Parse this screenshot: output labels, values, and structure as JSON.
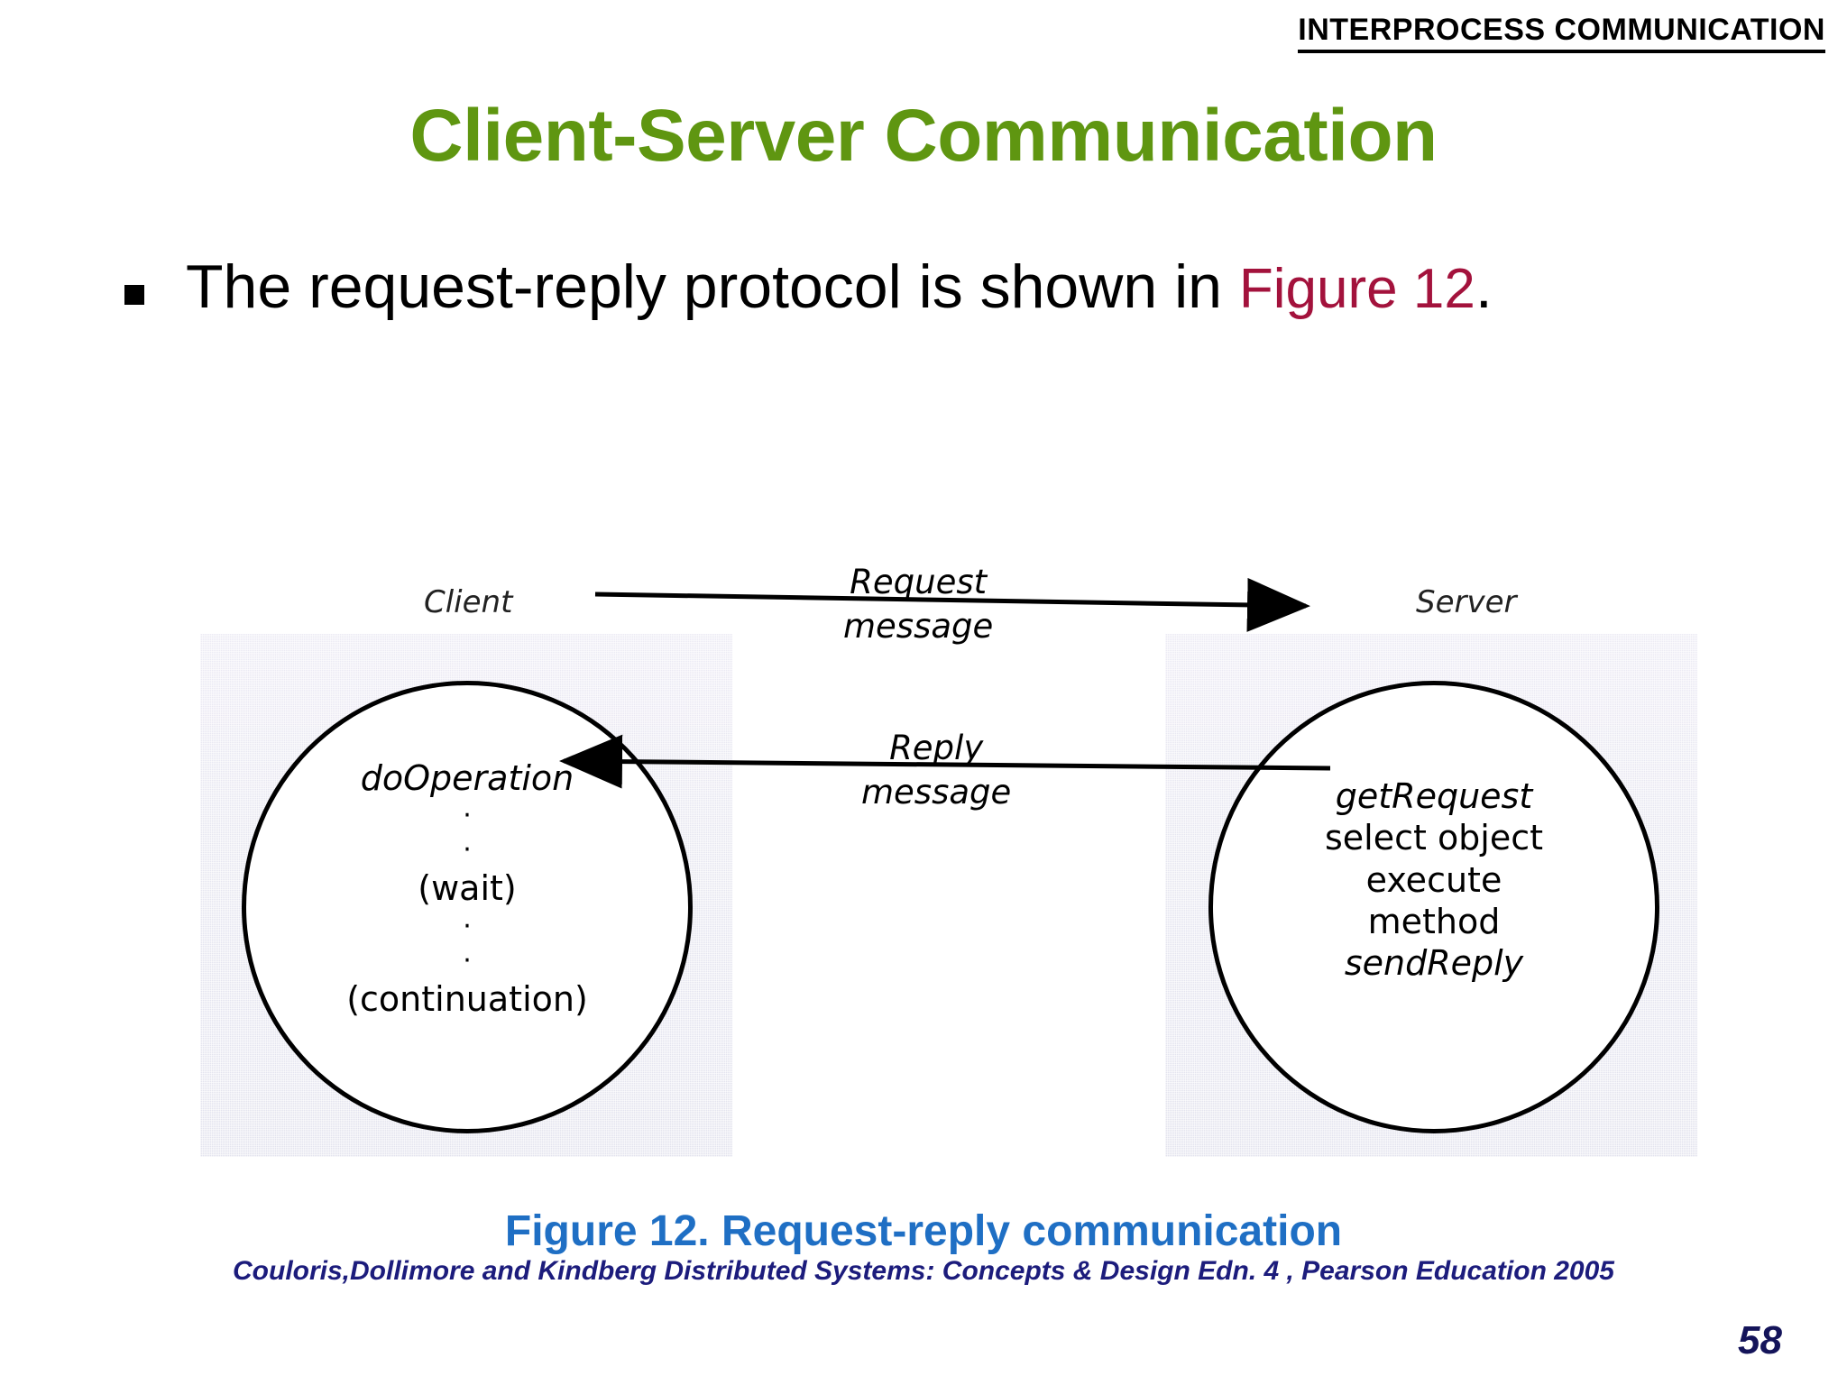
{
  "header": {
    "title": "INTERPROCESS COMMUNICATION"
  },
  "title": "Client-Server Communication",
  "bullet": {
    "marker": "square-bullet",
    "text_before": "The request-reply protocol is shown in ",
    "figure_reference": "Figure 12",
    "text_after": ".",
    "figure_reference_color": "#a3123c",
    "title_color": "#5f9611"
  },
  "figure": {
    "client": {
      "label": "Client",
      "lines": [
        {
          "text": "doOperation",
          "style": "italic"
        },
        {
          "text": "·",
          "style": "dot"
        },
        {
          "text": "·",
          "style": "dot"
        },
        {
          "text": "(wait)",
          "style": "plain"
        },
        {
          "text": "·",
          "style": "dot"
        },
        {
          "text": "·",
          "style": "dot"
        },
        {
          "text": "(continuation)",
          "style": "plain"
        }
      ]
    },
    "server": {
      "label": "Server",
      "lines": [
        {
          "text": "getRequest",
          "style": "italic"
        },
        {
          "text": "select object",
          "style": "plain"
        },
        {
          "text": "execute",
          "style": "plain"
        },
        {
          "text": "method",
          "style": "plain"
        },
        {
          "text": "sendReply",
          "style": "italic"
        }
      ]
    },
    "request_arrow": {
      "line1": "Request",
      "line2": "message",
      "direction": "client-to-server"
    },
    "reply_arrow": {
      "line1": "Reply",
      "line2": "message",
      "direction": "server-to-client"
    },
    "panel_fill": "#e7e7f1"
  },
  "caption": "Figure 12. Request-reply communication",
  "attribution": "Couloris,Dollimore and Kindberg  Distributed Systems: Concepts & Design  Edn. 4 , Pearson Education 2005",
  "page_number": "58",
  "colors": {
    "caption_blue": "#1f6fc4",
    "attribution_navy": "#1c1c7c",
    "title_green": "#5f9611"
  }
}
